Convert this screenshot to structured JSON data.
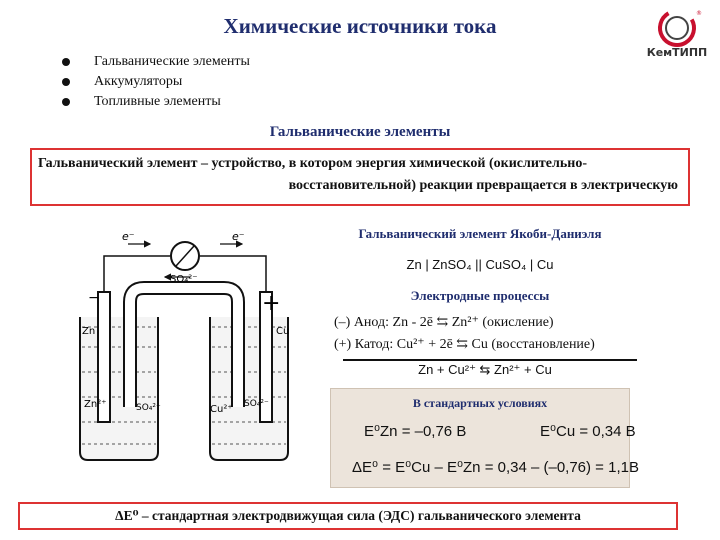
{
  "title": "Химические источники тока",
  "bullets": [
    "Гальванические элементы",
    "Аккумуляторы",
    "Топливные элементы"
  ],
  "logo_text": "КемТИПП",
  "section_title": "Гальванические элементы",
  "definition": {
    "line1": "Гальванический элемент – устройство, в котором энергия химической (окислительно-",
    "line2": "восстановительной) реакции превращается в электрическую"
  },
  "diagram_labels": {
    "e_left": "e⁻",
    "e_right": "e⁻",
    "so4_top": "SO₄²⁻",
    "zn_electrode": "Zn",
    "cu_electrode": "Cu",
    "zn_ion": "Zn²⁺",
    "so4_left": "SO₄²⁻",
    "cu_ion": "Cu²⁺",
    "so4_right": "SO₄²⁻",
    "plus": "+",
    "minus": "−"
  },
  "cell": {
    "name": "Гальванический элемент Якоби-Даниэля",
    "scheme": "Zn | ZnSO₄ || CuSO₄ | Cu",
    "processes_title": "Электродные процессы",
    "anode": "(–) Анод:  Zn - 2ē ⇆ Zn²⁺ (окисление)",
    "cathode": "(+) Катод: Cu²⁺ + 2ē ⇆ Cu (восстановление)",
    "overall": "Zn + Cu²⁺ ⇆ Zn²⁺ + Cu"
  },
  "standard": {
    "title": "В стандартных условиях",
    "e_zn": "E⁰Zn = –0,76 В",
    "e_cu": "E⁰Cu = 0,34 В",
    "delta": "ΔE⁰ = E⁰Cu – E⁰Zn = 0,34 – (–0,76) = 1,1В"
  },
  "footer": "ΔE⁰ – стандартная электродвижущая сила (ЭДС) гальванического элемента"
}
